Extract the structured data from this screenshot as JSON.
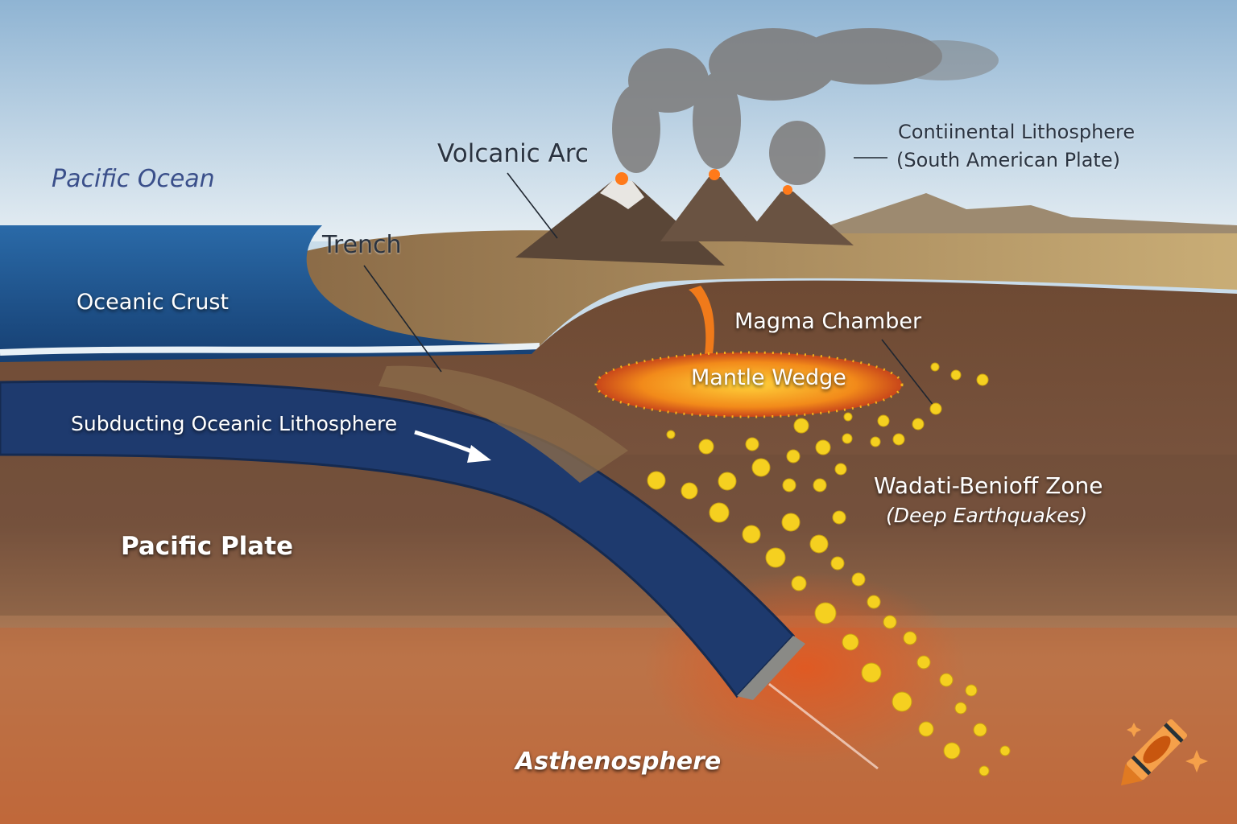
{
  "labels": {
    "pacific_ocean": "Pacific Ocean",
    "volcanic_arc": "Volcanic Arc",
    "continental_line1": "Contiinental Lithosphere",
    "continental_line2": "(South American Plate)",
    "trench": "Trench",
    "oceanic_crust": "Oceanic Crust",
    "magma_chamber": "Magma Chamber",
    "mantle_wedge": "Mantle Wedge",
    "subducting": "Subducting Oceanic Lithosphere",
    "wadati_line1": "Wadati-Benioff Zone",
    "wadati_line2": "(Deep Earthquakes)",
    "pacific_plate": "Pacific Plate",
    "asthenosphere": "Asthenosphere"
  },
  "colors": {
    "sky": "#c9dcea",
    "ocean": "#1f4f86",
    "slab": "#1e3a6e",
    "crust": "#7a5638",
    "asthenosphere": "#c0683a",
    "magma": "#f29a1e",
    "earthquake": "#f5d020"
  },
  "logo": {
    "name": "crayon-logo-icon"
  }
}
